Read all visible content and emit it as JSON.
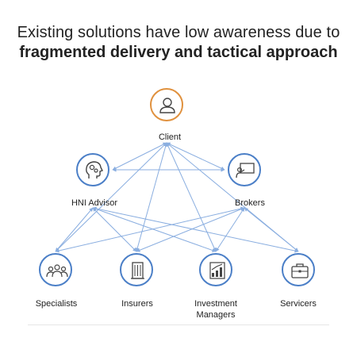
{
  "title": {
    "line1": "Existing solutions have low awareness due to",
    "line2": "fragmented delivery and tactical approach"
  },
  "colors": {
    "edge": "#8aaee0",
    "node_blue": "#4b7fc7",
    "node_orange": "#e0913e"
  },
  "nodes": {
    "client": {
      "label": "Client",
      "icon": "person-icon"
    },
    "hni": {
      "label": "HNI Advisor",
      "icon": "head-gears-icon"
    },
    "brokers": {
      "label": "Brokers",
      "icon": "presenter-icon"
    },
    "specialists": {
      "label": "Specialists",
      "icon": "group-icon"
    },
    "insurers": {
      "label": "Insurers",
      "icon": "building-icon"
    },
    "investment_managers": {
      "label_line1": "Investment",
      "label_line2": "Managers",
      "icon": "growth-chart-icon"
    },
    "servicers": {
      "label": "Servicers",
      "icon": "briefcase-icon"
    }
  }
}
